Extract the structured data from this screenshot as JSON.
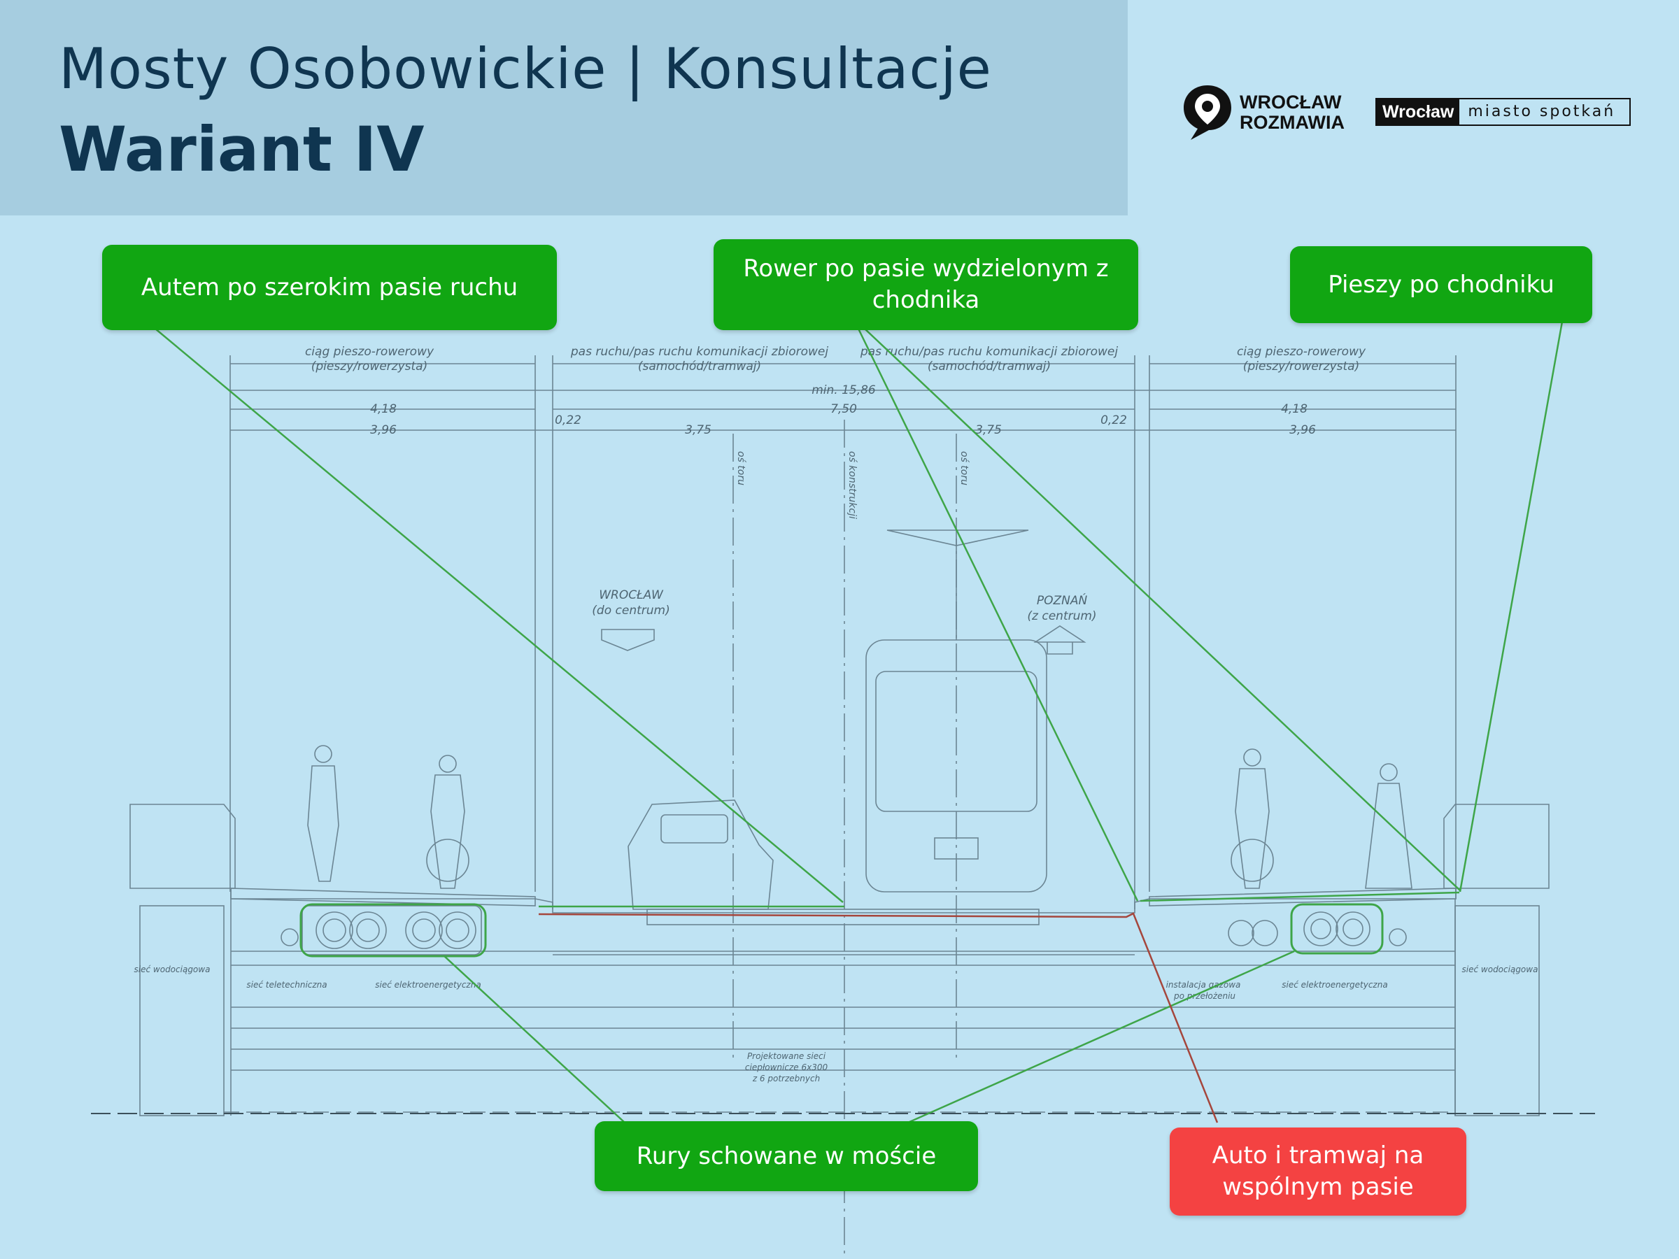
{
  "header": {
    "title": "Mosty Osobowickie | Konsultacje",
    "subtitle": "Wariant IV"
  },
  "logos": {
    "wroclaw_rozmawia": "WROCŁAW\nROZMAWIA",
    "wroclaw_brand": "Wrocław",
    "miasto_spotkan": "miasto spotkań"
  },
  "callouts": {
    "car": "Autem po szerokim pasie ruchu",
    "bike": "Rower po pasie wydzielonym z chodnika",
    "pedestrian": "Pieszy po chodniku",
    "pipes": "Rury schowane w moście",
    "shared_lane": "Auto i tramwaj na wspólnym pasie"
  },
  "drawing": {
    "left_sidewalk_title": "ciąg pieszo-rowerowy",
    "left_sidewalk_sub": "(pieszy/rowerzysta)",
    "center_left_title": "pas ruchu/pas ruchu komunikacji zbiorowej",
    "center_left_sub": "(samochód/tramwaj)",
    "center_right_title": "pas ruchu/pas ruchu komunikacji zbiorowej",
    "center_right_sub": "(samochód/tramwaj)",
    "right_sidewalk_title": "ciąg pieszo-rowerowy",
    "right_sidewalk_sub": "(pieszy/rowerzysta)",
    "dim_total": "min. 15,86",
    "dim_left_418": "4,18",
    "dim_center": "7,50",
    "dim_right_418": "4,18",
    "dim_left_396": "3,96",
    "dim_left_022": "0,22",
    "dim_lane_left": "3,75",
    "dim_lane_right": "3,75",
    "dim_right_022": "0,22",
    "dim_right_396": "3,96",
    "axis_track_left": "oś toru",
    "axis_construction": "oś konstrukcji",
    "axis_track_right": "oś toru",
    "dir_left_city": "WROCŁAW",
    "dir_left_note": "(do centrum)",
    "dir_right_city": "POZNAŃ",
    "dir_right_note": "(z centrum)",
    "label_water_left": "sieć wodociągowa",
    "label_telecom": "sieć teletechniczna",
    "label_power_left": "sieć elektroenergetyczna",
    "label_gas": "instalacja gazowa",
    "label_gas_sub": "po przełożeniu",
    "label_power_right": "sieć elektroenergetyczna",
    "label_water_right": "sieć wodociągowa",
    "label_ducts_1": "Projektowane sieci",
    "label_ducts_2": "ciepłownicze 6x300",
    "label_ducts_3": "z 6 potrzebnych"
  },
  "colors": {
    "background": "#bfe3f3",
    "header_band": "#a6cde0",
    "title": "#0f3550",
    "callout_green": "#11a612",
    "callout_red": "#f44242",
    "leader_green": "#3ea548",
    "leader_red": "#a5463c",
    "drawing_line": "#5f7582"
  }
}
